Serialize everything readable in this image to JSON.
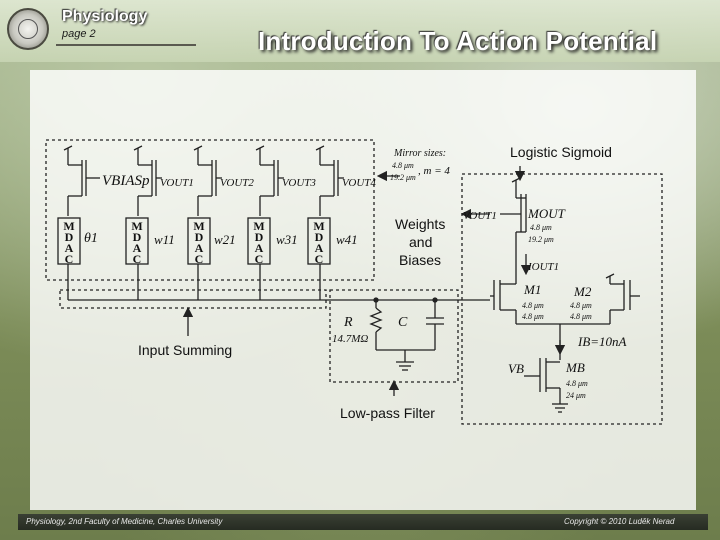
{
  "header": {
    "brand": "Physiology",
    "page": "page 2",
    "title": "Introduction To Action Potential"
  },
  "footer": {
    "left": "Physiology, 2nd Faculty of Medicine, Charles University",
    "right": "Copyright © 2010 Luděk Nerad"
  },
  "diagram": {
    "logistic_label": "Logistic Sigmoid",
    "weights_label": [
      "Weights",
      "and",
      "Biases"
    ],
    "input_summing_label": "Input Summing",
    "lowpass_label": "Low-pass Filter",
    "mirror_sizes": {
      "heading": "Mirror sizes:",
      "num": "4.8 μm",
      "den": "19.2 μm",
      "m": ", m = 4"
    },
    "vbias": "VBIASp",
    "vouts": [
      "VOUT1",
      "VOUT2",
      "VOUT3",
      "VOUT4"
    ],
    "mdac_letters": [
      "M",
      "D",
      "A",
      "C"
    ],
    "mdac_labels": [
      "θ1",
      "w11",
      "w21",
      "w31",
      "w41"
    ],
    "R": "R",
    "C": "C",
    "R_value": "14.7MΩ",
    "vout1_in": "VOUT1",
    "mout": "MOUT",
    "mout_size": {
      "num": "4.8 μm",
      "den": "19.2 μm"
    },
    "iout": "IOUT1",
    "m1": "M1",
    "m2": "M2",
    "m12_size": {
      "num": "4.8 μm",
      "den": "4.8 μm"
    },
    "ib": "IB=10nA",
    "vb": "VB",
    "mb": "MB",
    "mb_size": {
      "num": "4.8 μm",
      "den": "24 μm"
    }
  }
}
